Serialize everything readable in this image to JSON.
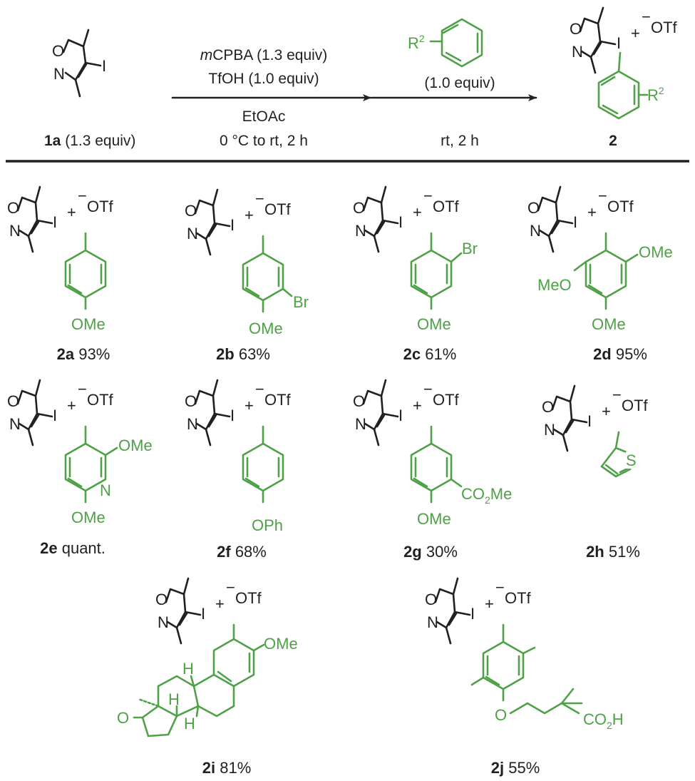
{
  "scheme": {
    "reactant": {
      "id": "1a",
      "amount": "(1.3 equiv)"
    },
    "step1": {
      "line1_prefix": "m",
      "line1_rest": "CPBA (1.3 equiv)",
      "line2": "TfOH (1.0 equiv)",
      "line3": "EtOAc",
      "line4": "0 °C to rt, 2 h"
    },
    "step2": {
      "amount": "(1.0 equiv)",
      "conditions": "rt, 2 h"
    },
    "product_label": "2",
    "atoms": {
      "O": "O",
      "N": "N",
      "I": "I",
      "plus": "+",
      "counterion": "OTf",
      "minus": "−",
      "R": "R",
      "R_sup": "2"
    }
  },
  "products": [
    {
      "id": "2a",
      "yield": "93%",
      "subs": [
        "OMe"
      ]
    },
    {
      "id": "2b",
      "yield": "63%",
      "subs": [
        "Br",
        "OMe"
      ]
    },
    {
      "id": "2c",
      "yield": "61%",
      "subs": [
        "Br",
        "OMe"
      ]
    },
    {
      "id": "2d",
      "yield": "95%",
      "subs": [
        "OMe",
        "MeO",
        "OMe"
      ]
    },
    {
      "id": "2e",
      "yield": "quant.",
      "subs": [
        "OMe",
        "N",
        "OMe"
      ]
    },
    {
      "id": "2f",
      "yield": "68%",
      "subs": [
        "OPh"
      ]
    },
    {
      "id": "2g",
      "yield": "30%",
      "subs": [
        "CO",
        "2",
        "Me",
        "OMe"
      ]
    },
    {
      "id": "2h",
      "yield": "51%",
      "subs": [
        "S"
      ]
    },
    {
      "id": "2i",
      "yield": "81%",
      "subs": [
        "OMe",
        "H",
        "H",
        "H",
        "O"
      ]
    },
    {
      "id": "2j",
      "yield": "55%",
      "subs": [
        "O",
        "CO",
        "2",
        "H"
      ]
    }
  ]
}
